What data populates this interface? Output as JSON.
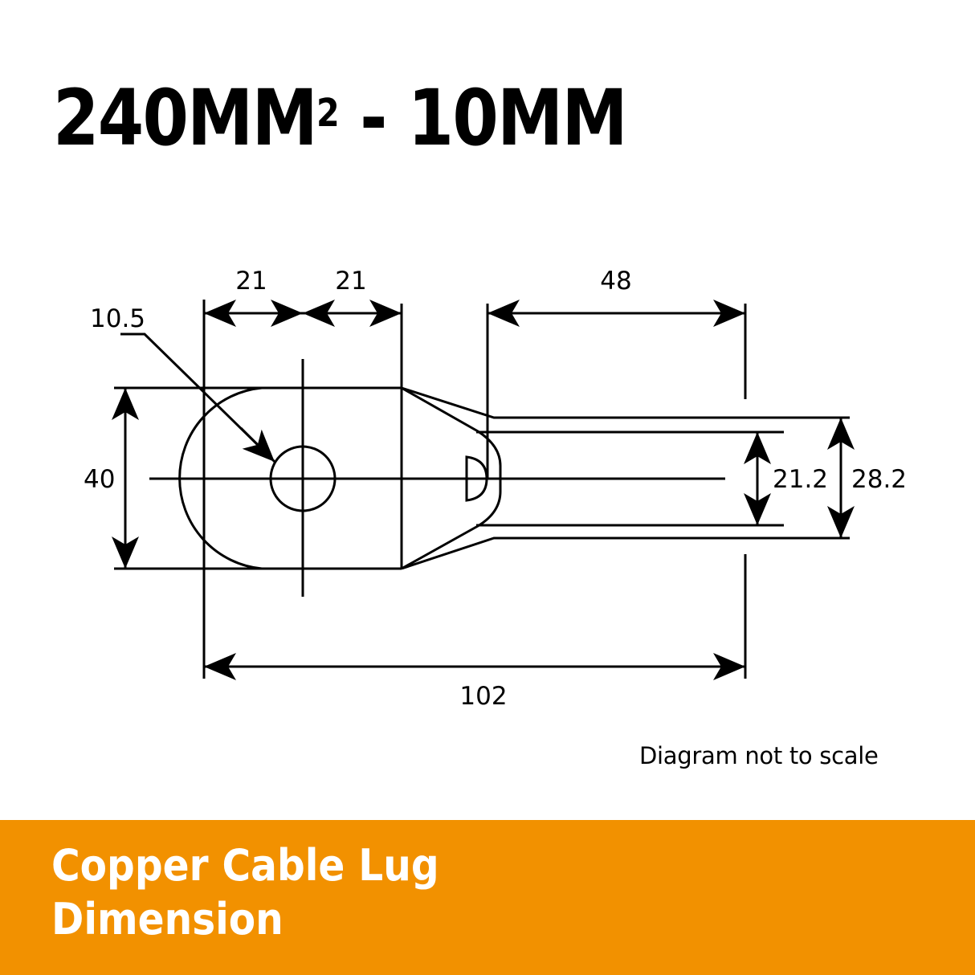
{
  "title": {
    "text": "240MM",
    "superscript": "2",
    "suffix": " - 10MM"
  },
  "dimensions": {
    "width_left_half": "21",
    "width_right_half": "21",
    "hole_diameter": "10.5",
    "palm_height": "40",
    "barrel_length": "48",
    "overall_length": "102",
    "inner_diameter": "21.2",
    "outer_diameter": "28.2"
  },
  "note": "Diagram not to scale",
  "banner": {
    "line1": "Copper Cable Lug",
    "line2": "Dimension",
    "color": "#f29100"
  },
  "colors": {
    "line": "#000000",
    "background": "#ffffff",
    "banner_text": "#ffffff"
  }
}
